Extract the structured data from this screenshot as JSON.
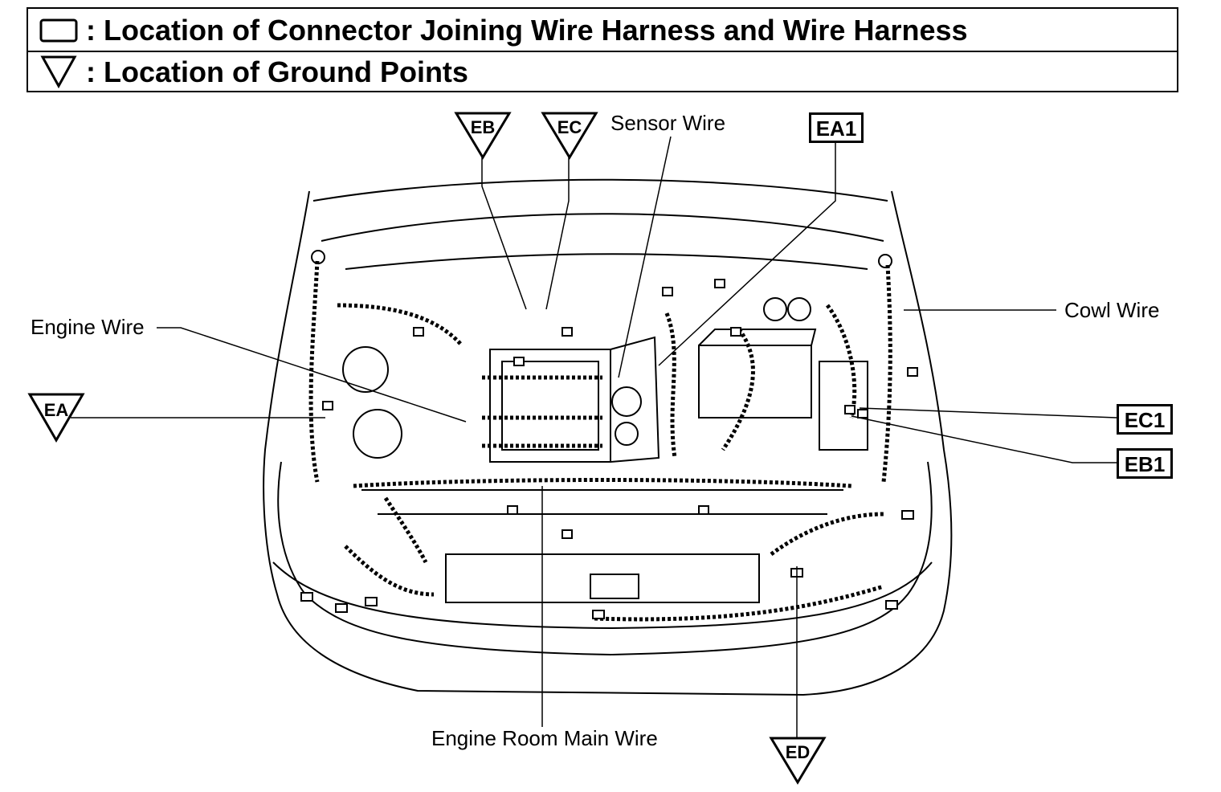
{
  "legend": {
    "connector_text": ": Location of Connector Joining Wire Harness and Wire Harness",
    "ground_text": ": Location of Ground Points"
  },
  "ground_points": {
    "eb": "EB",
    "ec": "EC",
    "ea": "EA",
    "ed": "ED"
  },
  "connectors": {
    "ea1": "EA1",
    "ec1": "EC1",
    "eb1": "EB1"
  },
  "wires": {
    "sensor": "Sensor Wire",
    "engine": "Engine Wire",
    "cowl": "Cowl Wire",
    "engine_room_main": "Engine Room Main Wire"
  }
}
